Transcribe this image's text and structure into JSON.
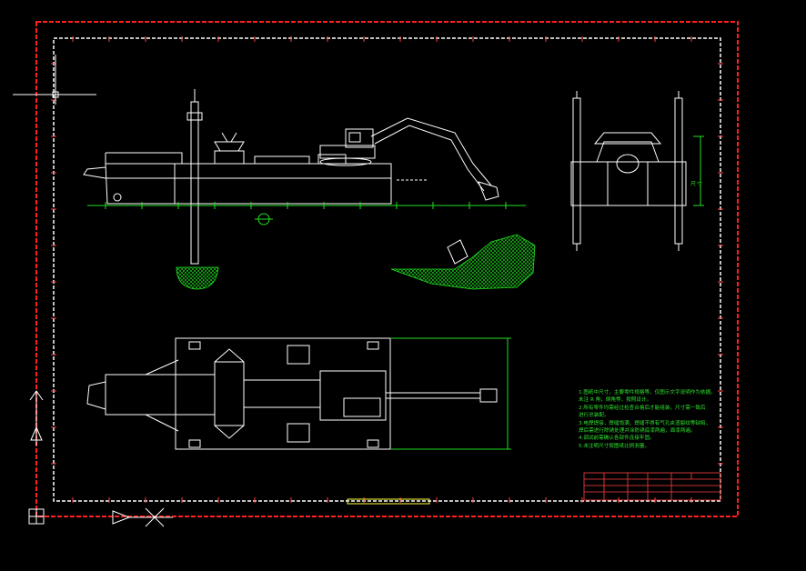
{
  "drawing": {
    "title": "",
    "side_dims": [
      "尺",
      "寸"
    ],
    "notes": [
      "1.图纸中尺寸，主要零件规格等，仅图示文字说明作为依据。",
      "未注 R 角，倒角等，按照设计。",
      "2.所有零件均需经过检查合格后才能组装，尺寸需一致后",
      "进行总装配。",
      "3.电焊焊接，焊缝饱满，焊缝不得有气孔夹渣裂纹等缺陷，",
      "焊后需进行除锈处理并涂防锈底漆两遍，面漆两遍。",
      "4.调试前需确认各部件连接牢固。",
      "5.未注明尺寸按图纸比例测量。"
    ],
    "colors": {
      "background": "#000000",
      "line": "#ffffff",
      "frame": "#ff2020",
      "dimension": "#20e020",
      "hatch": "#20e020",
      "highlight": "#ffff40"
    },
    "icons": [
      "ucs-axis-icon",
      "crosshair-cursor-icon",
      "snap-marker-icon"
    ]
  }
}
